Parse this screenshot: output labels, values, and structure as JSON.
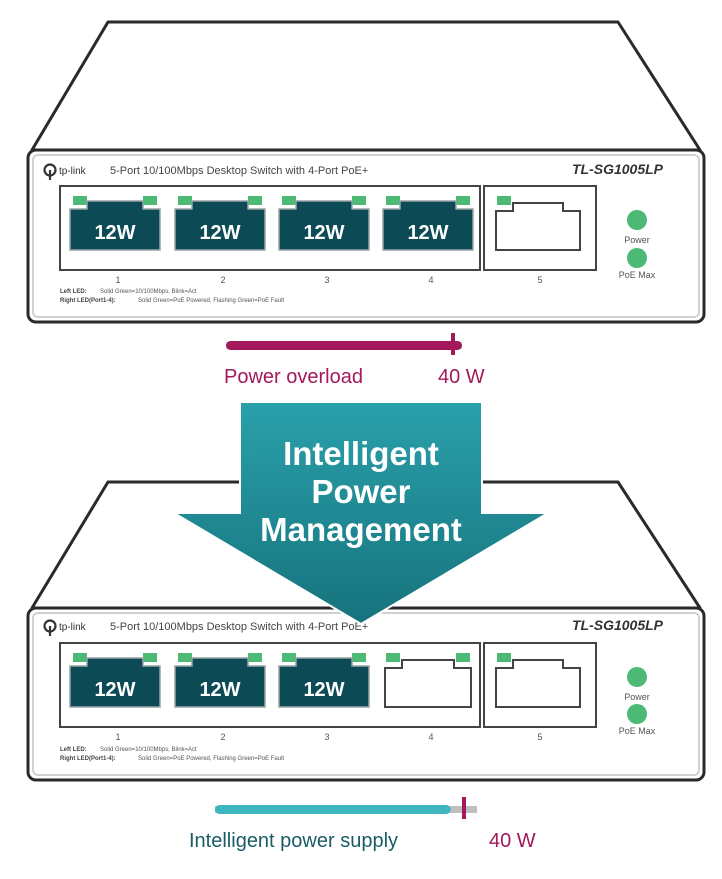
{
  "colors": {
    "port_dark": "#0c4a56",
    "led_green": "#4cb975",
    "overload": "#a3195b",
    "supply": "#3fb6bf",
    "arrow_teal": "#1f8e98",
    "outline": "#2a2a2a"
  },
  "top_switch": {
    "brand": "tp-link",
    "description": "5-Port 10/100Mbps Desktop Switch with 4-Port PoE+",
    "model": "TL-SG1005LP",
    "ports": [
      {
        "number": "1",
        "load": "12W"
      },
      {
        "number": "2",
        "load": "12W"
      },
      {
        "number": "3",
        "load": "12W"
      },
      {
        "number": "4",
        "load": "12W"
      },
      {
        "number": "5",
        "load": ""
      }
    ],
    "led_power_label": "Power",
    "led_poe_label": "PoE Max",
    "legend_line1_label": "Left LED:",
    "legend_line1_text": "Solid Green=10/100Mbps, Blink=Act",
    "legend_line2_label": "Right LED(Port1-4):",
    "legend_line2_text": "Solid Green=PoE Powered, Flashing Green=PoE Fault"
  },
  "overload_bar": {
    "label": "Power overload",
    "value": "40 W",
    "fill_fraction": 1.0
  },
  "arrow": {
    "line1": "Intelligent",
    "line2": "Power",
    "line3": "Management"
  },
  "bottom_switch": {
    "brand": "tp-link",
    "description": "5-Port 10/100Mbps Desktop Switch with 4-Port PoE+",
    "model": "TL-SG1005LP",
    "ports": [
      {
        "number": "1",
        "load": "12W"
      },
      {
        "number": "2",
        "load": "12W"
      },
      {
        "number": "3",
        "load": "12W"
      },
      {
        "number": "4",
        "load": ""
      },
      {
        "number": "5",
        "load": ""
      }
    ],
    "led_power_label": "Power",
    "led_poe_label": "PoE Max",
    "legend_line1_label": "Left LED:",
    "legend_line1_text": "Solid Green=10/100Mbps, Blink=Act",
    "legend_line2_label": "Right LED(Port1-4):",
    "legend_line2_text": "Solid Green=PoE Powered, Flashing Green=PoE Fault"
  },
  "supply_bar": {
    "label": "Intelligent power supply",
    "value": "40 W",
    "fill_fraction": 0.9
  }
}
